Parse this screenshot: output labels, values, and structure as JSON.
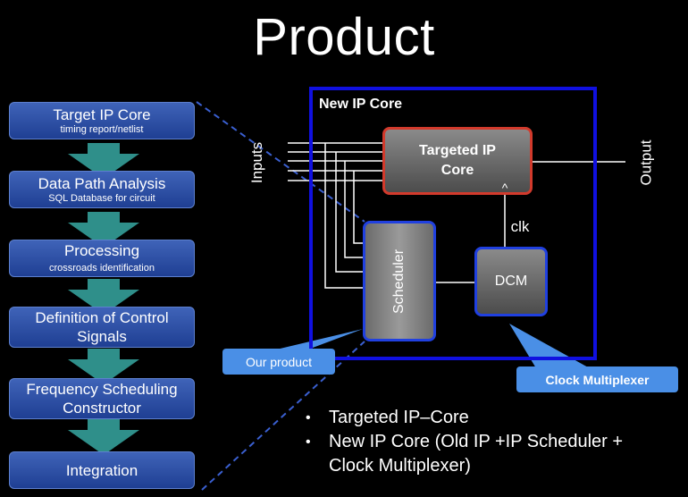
{
  "title": "Product",
  "flow_steps": [
    {
      "label": "Target IP Core",
      "sub": "timing report/netlist"
    },
    {
      "label": "Data Path Analysis",
      "sub": "SQL Database for circuit"
    },
    {
      "label": "Processing",
      "sub": "crossroads identification"
    },
    {
      "label": "Definition of Control Signals",
      "sub": ""
    },
    {
      "label": "Frequency Scheduling Constructor",
      "sub": ""
    },
    {
      "label": "Integration",
      "sub": ""
    }
  ],
  "diagram": {
    "frame_label": "New IP Core",
    "inputs_label": "Inputs",
    "output_label": "Output",
    "targeted_core": "Targeted IP Core",
    "scheduler": "Scheduler",
    "dcm": "DCM",
    "clk": "clk",
    "callout_product": "Our product",
    "callout_clock": "Clock Multiplexer"
  },
  "bullets": [
    "Targeted IP–Core",
    "New IP Core (Old IP +IP Scheduler + Clock Multiplexer)"
  ],
  "colors": {
    "step_blue": "#2f4fa6",
    "arrow_teal": "#2f8f8a",
    "frame_blue": "#1010e0",
    "core_border_red": "#d23a2c",
    "callout_blue": "#4a8fe6"
  }
}
